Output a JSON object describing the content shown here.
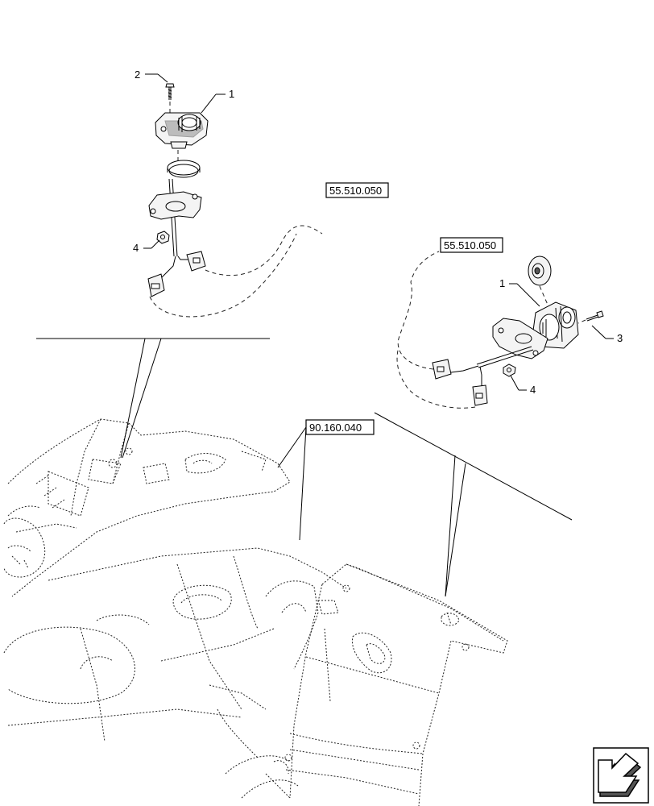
{
  "references": {
    "top_left": "55.510.050",
    "right": "55.510.050",
    "body": "90.160.040"
  },
  "callouts": {
    "a_item1": "1",
    "a_item2": "2",
    "a_item4": "4",
    "b_item1": "1",
    "b_item3": "3",
    "b_item4": "4"
  },
  "icons": {
    "nav": "arrow-icon"
  }
}
